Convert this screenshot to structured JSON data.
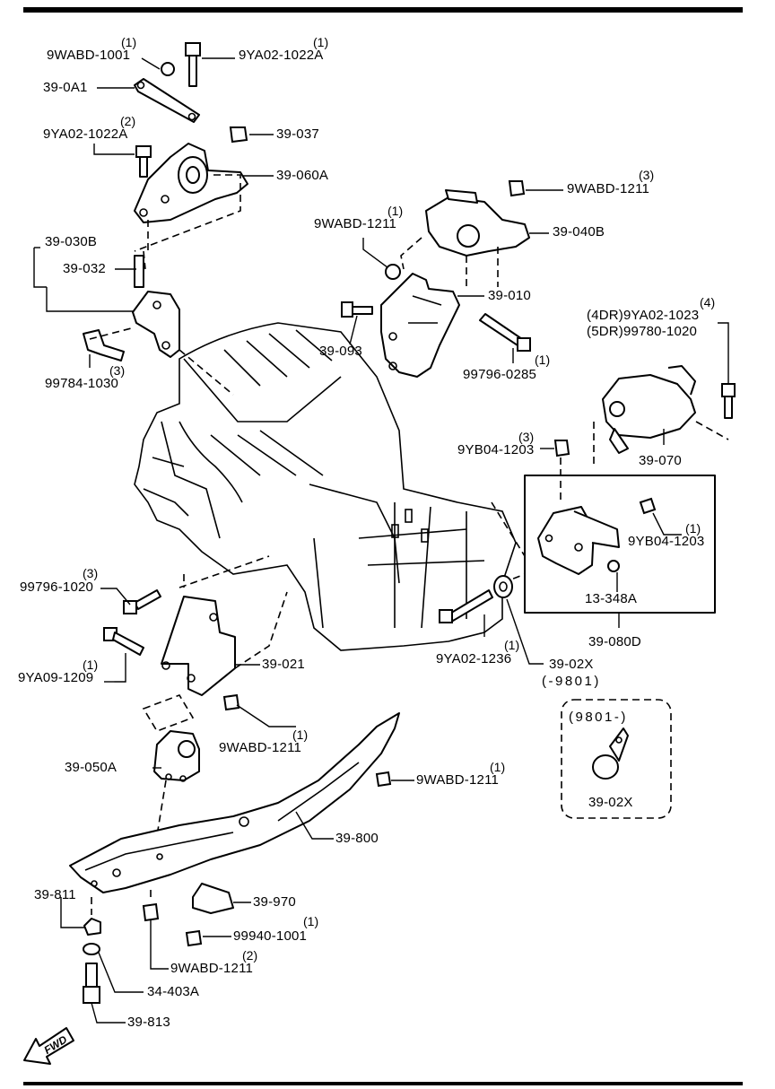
{
  "parts": {
    "p9wabd1001": {
      "code": "9WABD-1001",
      "qty": "(1)"
    },
    "p9ya02_1022a_top": {
      "code": "9YA02-1022A",
      "qty": "(1)"
    },
    "p390a1": {
      "code": "39-0A1"
    },
    "p9ya02_1022a_left": {
      "code": "9YA02-1022A",
      "qty": "(2)"
    },
    "p39037": {
      "code": "39-037"
    },
    "p39060a": {
      "code": "39-060A"
    },
    "p9wabd1211_a": {
      "code": "9WABD-1211",
      "qty": "(3)"
    },
    "p9wabd1211_b": {
      "code": "9WABD-1211",
      "qty": "(1)"
    },
    "p39040b": {
      "code": "39-040B"
    },
    "p39030b": {
      "code": "39-030B"
    },
    "p39032": {
      "code": "39-032"
    },
    "p39010": {
      "code": "39-010"
    },
    "p39093": {
      "code": "39-093"
    },
    "p99784": {
      "code": "99784-1030",
      "qty": "(3)"
    },
    "p99796_0285": {
      "code": "99796-0285",
      "qty": "(1)"
    },
    "p9ya02_1023": {
      "code": "(4DR)9YA02-1023",
      "qty": "(4)"
    },
    "p99780": {
      "code": "(5DR)99780-1020"
    },
    "p39070": {
      "code": "39-070"
    },
    "p9yb04_a": {
      "code": "9YB04-1203",
      "qty": "(3)"
    },
    "p9yb04_b": {
      "code": "9YB04-1203",
      "qty": "(1)"
    },
    "p13348a": {
      "code": "13-348A"
    },
    "p39080d": {
      "code": "39-080D"
    },
    "p99796_1020": {
      "code": "99796-1020",
      "qty": "(3)"
    },
    "p9ya09": {
      "code": "9YA09-1209",
      "qty": "(1)"
    },
    "p39021": {
      "code": "39-021"
    },
    "p9ya02_1236": {
      "code": "9YA02-1236",
      "qty": "(1)"
    },
    "p3902x_a": {
      "code": "39-02X",
      "note": "(-9801)"
    },
    "p9wabd1211_c": {
      "code": "9WABD-1211",
      "qty": "(1)"
    },
    "p39050a": {
      "code": "39-050A"
    },
    "p9wabd1211_d": {
      "code": "9WABD-1211",
      "qty": "(1)"
    },
    "p3902x_b": {
      "code": "39-02X",
      "note": "(9801-)"
    },
    "p39800": {
      "code": "39-800"
    },
    "p39811": {
      "code": "39-811"
    },
    "p39970": {
      "code": "39-970"
    },
    "p99940": {
      "code": "99940-1001",
      "qty": "(1)"
    },
    "p9wabd1211_e": {
      "code": "9WABD-1211",
      "qty": "(2)"
    },
    "p34403a": {
      "code": "34-403A"
    },
    "p39813": {
      "code": "39-813"
    }
  },
  "fwd": "FWD"
}
